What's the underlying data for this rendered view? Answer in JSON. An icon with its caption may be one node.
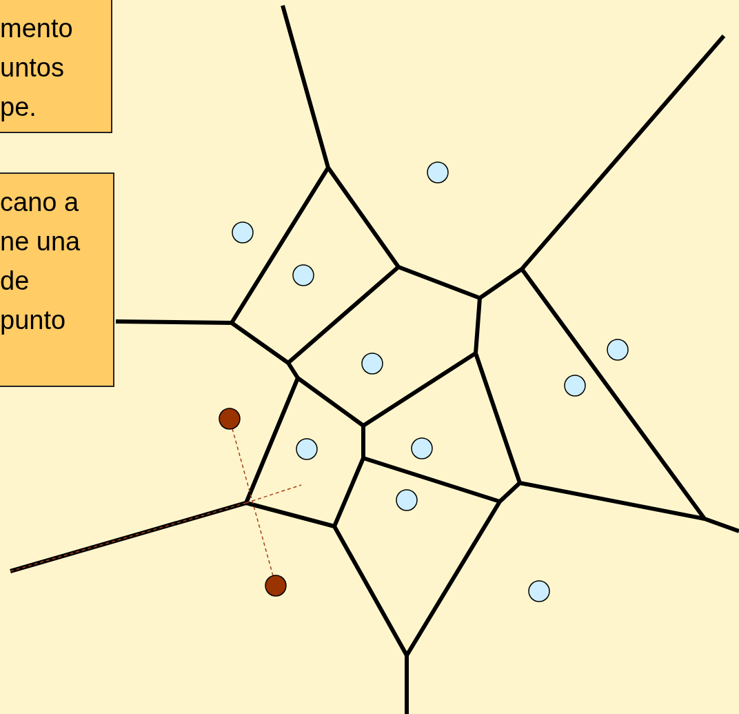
{
  "diagram": {
    "nodes": [
      {
        "text": [
          "mento untos pe."
        ]
      },
      {
        "text": [
          "cano a ne una de punto"
        ]
      },
      {
        "text": [],
        "shape": "circle"
      },
      {
        "text": [],
        "shape": "circle"
      }
    ],
    "edges": [
      {
        "from": 2,
        "to": 3,
        "arrow": "none",
        "style": "dashed",
        "color": "#a0401a"
      }
    ]
  }
}
